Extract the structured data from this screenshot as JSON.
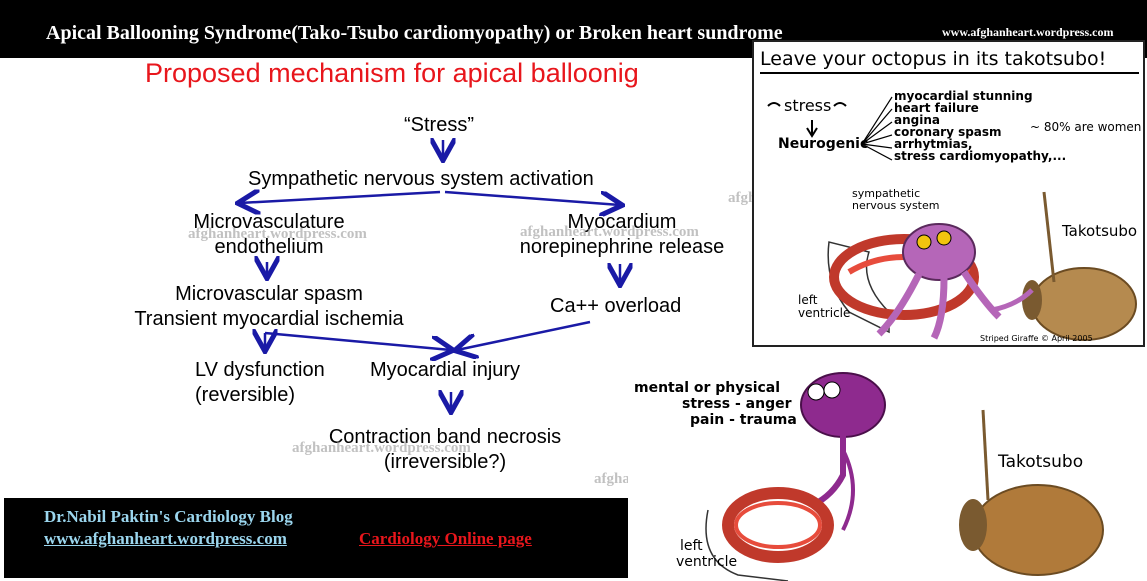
{
  "header": {
    "title": "Apical Ballooning Syndrome(Tako-Tsubo cardiomyopathy) or Broken heart sundrome",
    "url": "www.afghanheart.wordpress.com"
  },
  "diagram": {
    "subtitle": "Proposed mechanism for apical balloonig",
    "stress": "“Stress”",
    "sympathetic": "Sympathetic nervous system activation",
    "micro_1": "Microvasculature",
    "micro_2": "endothelium",
    "myo_1": "Myocardium",
    "myo_2": "norepinephrine release",
    "spasm_1": "Microvascular spasm",
    "spasm_2": "Transient myocardial ischemia",
    "ca": "Ca++ overload",
    "lv_1": "LV dysfunction",
    "lv_2": "(reversible)",
    "injury": "Myocardial injury",
    "necrosis_1": "Contraction band necrosis",
    "necrosis_2": "(irreversible?)",
    "watermark": "afghanheart.wordpress.com",
    "arrow_color": "#1a1aa6"
  },
  "blog": {
    "name": "Dr.Nabil Paktin's Cardiology Blog",
    "site": "www.afghanheart.wordpress.com",
    "online": "Cardiology Online page"
  },
  "cartoon_top": {
    "title": "Leave your octopus in its takotsubo!",
    "stress": "stress",
    "neurogenic": "Neurogenic",
    "list": [
      "myocardial stunning",
      "heart failure",
      "angina",
      "coronary spasm",
      "arrhytmias,",
      "stress cardiomyopathy,..."
    ],
    "women": "~ 80% are women",
    "sympathetic_1": "sympathetic",
    "sympathetic_2": "nervous system",
    "takotsubo": "Takotsubo",
    "left_1": "left",
    "left_2": "ventricle",
    "credit": "Striped Giraffe © April 2005"
  },
  "cartoon_bottom": {
    "line1": "mental or physical",
    "line2": "stress - anger",
    "line3": "pain - trauma",
    "takotsubo": "Takotsubo",
    "left_1": "left",
    "left_2": "ventricle"
  }
}
